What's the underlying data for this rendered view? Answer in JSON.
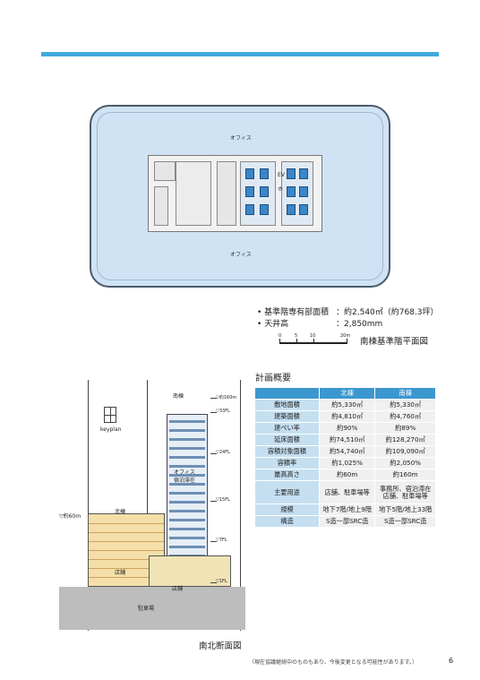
{
  "floorplan": {
    "office_label_top": "オフィス",
    "office_label_bottom": "オフィス",
    "core_ev": "EV",
    "core_ho": "ホ"
  },
  "specs": [
    {
      "label": "• 基準階専有部面積",
      "value": "：約2,540㎡（約768.3坪）"
    },
    {
      "label": "• 天井高",
      "value": "：2,850mm"
    }
  ],
  "scale": {
    "ticks": [
      "0",
      "5",
      "10",
      "20m"
    ]
  },
  "plan_caption": "南棟基準階平面図",
  "section": {
    "south_label": "南棟",
    "north_label": "北棟",
    "keyplan_label": "keyplan",
    "north_height": "▽約60m",
    "south_height": "▽約160m",
    "floors": [
      "▽33FL",
      "▽24FL",
      "▽15FL",
      "▽7FL",
      "▽1FL"
    ],
    "office_label": "オフィス",
    "hotel_label": "宿泊滞在",
    "shop_label": "店舗",
    "lobby_label": "店舗",
    "parking_label": "駐車場"
  },
  "section_caption": "南北断面図",
  "table": {
    "title": "計画概要",
    "headers": [
      "",
      "北棟",
      "南棟"
    ],
    "rows": [
      {
        "label": "敷地面積",
        "north": "約5,330㎡",
        "south": "約5,330㎡"
      },
      {
        "label": "建築面積",
        "north": "約4,810㎡",
        "south": "約4,760㎡"
      },
      {
        "label": "建ぺい率",
        "north": "約90%",
        "south": "約89%"
      },
      {
        "label": "延床面積",
        "north": "約74,510㎡",
        "south": "約128,270㎡"
      },
      {
        "label": "容積対象面積",
        "north": "約54,740㎡",
        "south": "約109,090㎡"
      },
      {
        "label": "容積率",
        "north": "約1,025%",
        "south": "約2,050%"
      },
      {
        "label": "最高高さ",
        "north": "約60m",
        "south": "約160m"
      },
      {
        "label": "主要用途",
        "north": "店舗、駐車場等",
        "south": "事務所、宿泊滞在\n店舗、駐車場等"
      },
      {
        "label": "規模",
        "north": "地下7階/地上9階",
        "south": "地下5階/地上33階"
      },
      {
        "label": "構造",
        "north": "S造一部SRC造",
        "south": "S造一部SRC造"
      }
    ]
  },
  "footnote": "（現在協議継続中のものもあり、今後変更となる可能性があります。）",
  "page_number": "6"
}
